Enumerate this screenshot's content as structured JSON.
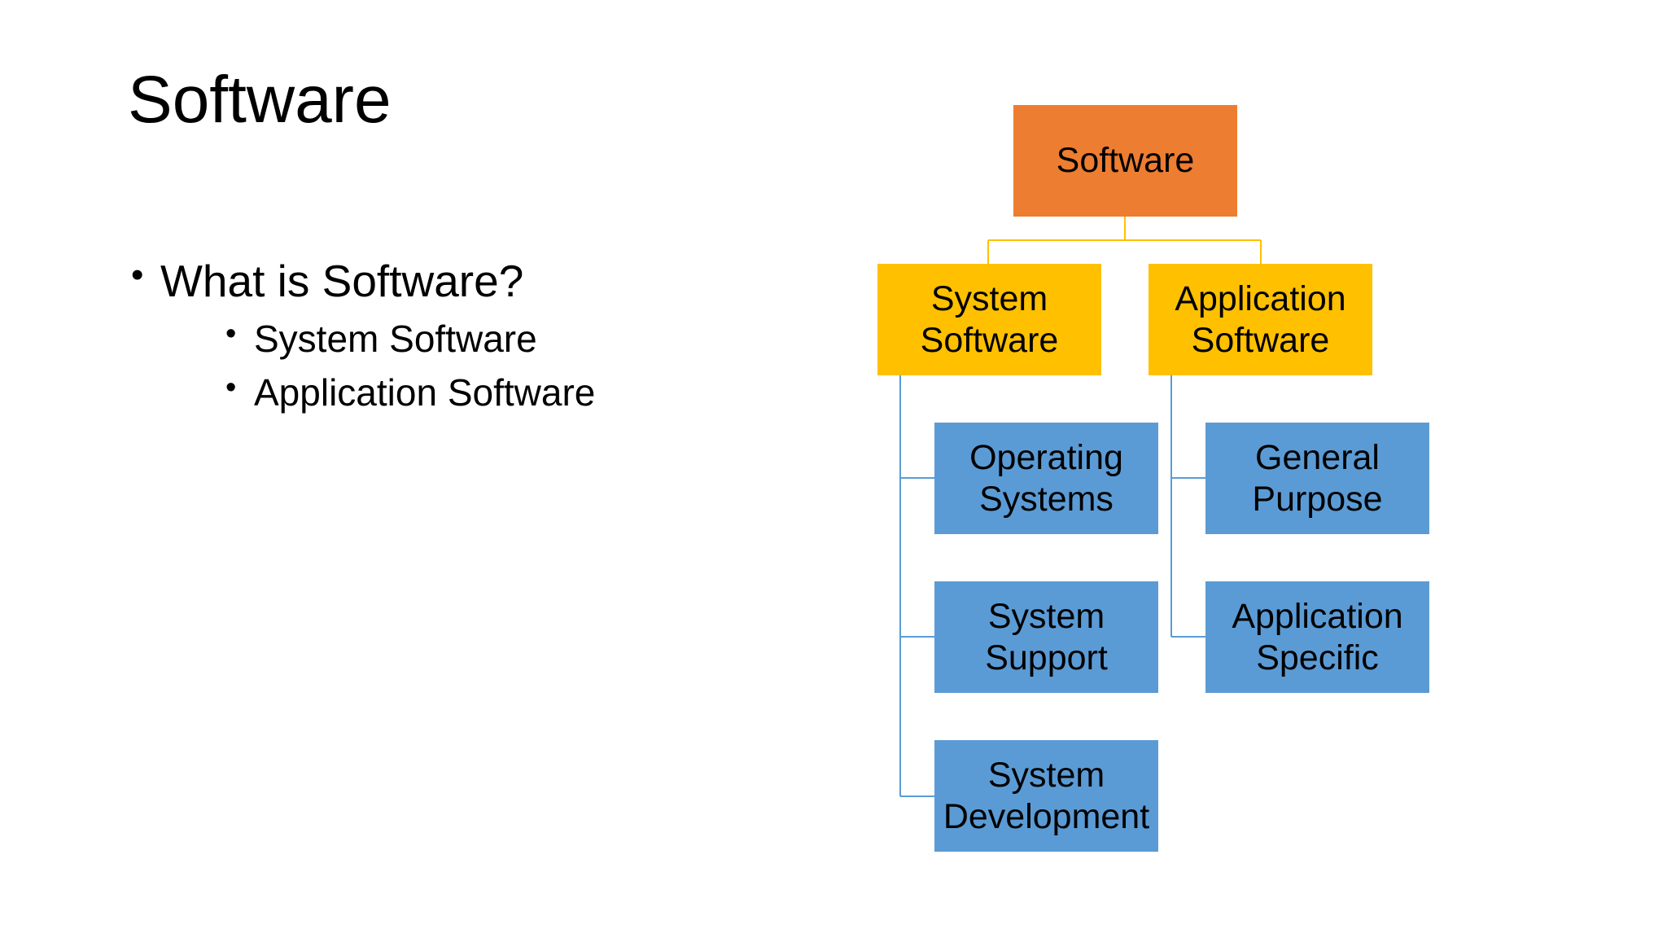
{
  "slide": {
    "title": "Software",
    "bullets": [
      {
        "text": "What is Software?",
        "children": [
          "System Software",
          "Application Software"
        ]
      }
    ],
    "bullet_symbol": "•"
  },
  "org_chart": {
    "colors": {
      "root": "#ED7D31",
      "level1": "#FFC000",
      "level2": "#5B9BD5",
      "root_connector": "#FFC000",
      "child_connector": "#5B9BD5"
    },
    "root": {
      "label": "Software"
    },
    "branches": [
      {
        "label": "System Software",
        "children": [
          "Operating Systems",
          "System Support",
          "System Development"
        ]
      },
      {
        "label": "Application Software",
        "children": [
          "General Purpose",
          "Application Specific"
        ]
      }
    ]
  }
}
